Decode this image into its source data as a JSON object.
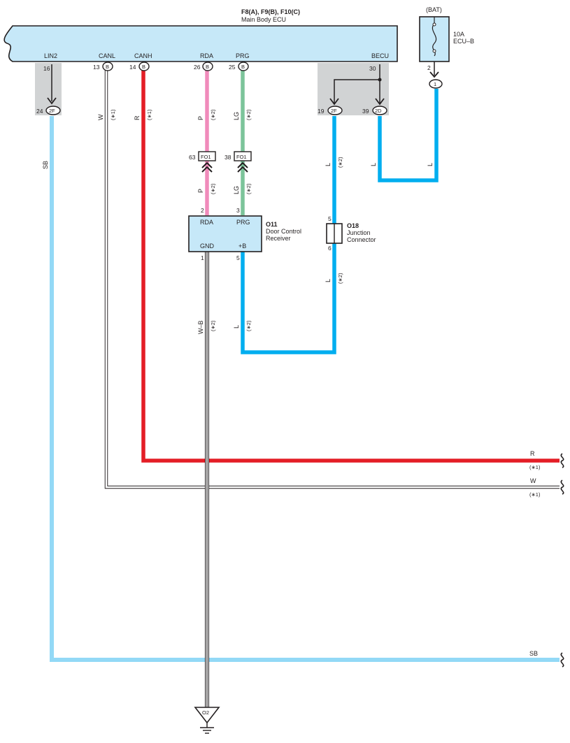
{
  "main_ecu": {
    "code": "F8(A), F9(B), F10(C)",
    "name": "Main Body ECU",
    "terminals": [
      "LIN2",
      "CANL",
      "CANH",
      "RDA",
      "PRG",
      "BECU"
    ]
  },
  "fuse": {
    "source": "(BAT)",
    "rating": "10A",
    "name": "ECU–B",
    "pin": "2",
    "connector": "1"
  },
  "pins": {
    "lin2": "16",
    "canl": "13",
    "canh": "14",
    "rda": "26",
    "prg": "25",
    "becu": "30",
    "conn_b": "B",
    "j_lin2": "24",
    "j_lin2_conn": "2F",
    "j_19": "19",
    "j_19_conn": "2F",
    "j_39": "39",
    "j_39_conn": "2D",
    "fo_rda": "63",
    "fo_prg": "38",
    "fo_conn": "FO1",
    "rx_rda": "2",
    "rx_prg": "3",
    "rx_gnd": "1",
    "rx_b": "5",
    "jc_in": "5",
    "jc_out": "6"
  },
  "receiver": {
    "code": "O11",
    "name_line1": "Door Control",
    "name_line2": "Receiver",
    "t_rda": "RDA",
    "t_prg": "PRG",
    "t_gnd": "GND",
    "t_b": "+B"
  },
  "junction": {
    "code": "O18",
    "name_line1": "Junction",
    "name_line2": "Connector"
  },
  "ground": {
    "code": "O2"
  },
  "wire_codes": {
    "sb": "SB",
    "w": "W",
    "r": "R",
    "p": "P",
    "lg": "LG",
    "l": "L",
    "wb": "W–B",
    "note1": "(∗1)",
    "note2": "(∗2)"
  },
  "colors": {
    "ecu_fill": "#c6e8f8",
    "red": "#e41e26",
    "pink": "#f08bbb",
    "green": "#7cc49a",
    "blue": "#00aeef",
    "lightblue": "#93d9f6",
    "gray_box": "#d1d3d4"
  }
}
